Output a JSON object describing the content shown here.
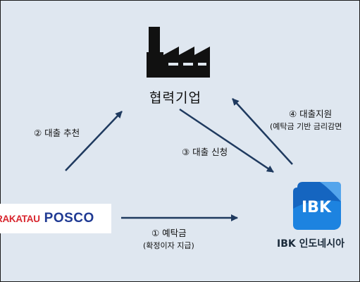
{
  "nodes": {
    "company": {
      "label": "협력기업",
      "icon": "factory-icon"
    },
    "posco": {
      "logo_left": "RAKATAU",
      "logo_right": "POSCO",
      "colors": {
        "krakatau": "#d8262e",
        "posco": "#1f3a93"
      }
    },
    "bank": {
      "label": "IBK 인도네시아",
      "logo_text": "IBK",
      "colors": {
        "primary": "#1565c0",
        "light": "#64b5f6"
      }
    }
  },
  "flows": {
    "step1": {
      "label": "① 예탁금",
      "sub": "(확정이자 지급)"
    },
    "step2": {
      "label": "② 대출 추천"
    },
    "step3": {
      "label": "③ 대출 신청"
    },
    "step4": {
      "label": "④ 대출지원",
      "sub": "(예탁금 기반 금리감면"
    }
  },
  "colors": {
    "arrow": "#1f3a5f",
    "background": "#dfe7f0"
  }
}
